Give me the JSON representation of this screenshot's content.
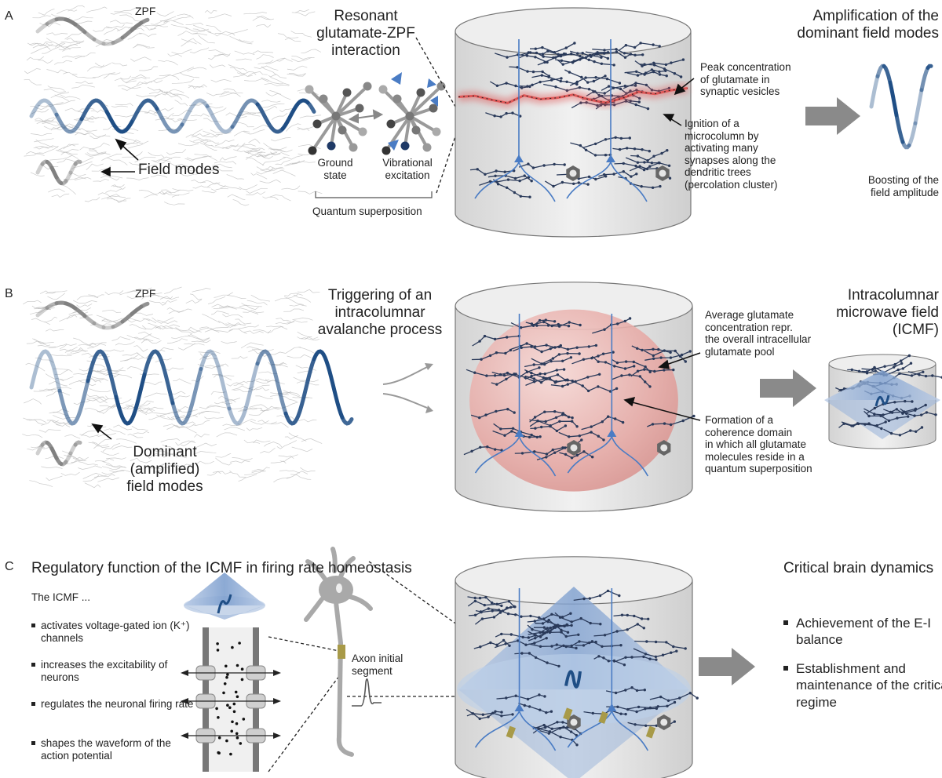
{
  "panelA": {
    "letter": "A",
    "zpf": "ZPF",
    "field_modes": "Field modes",
    "resonant_title": "Resonant\nglutamate-ZPF\ninteraction",
    "ground_state": "Ground\nstate",
    "vibrational": "Vibrational\nexcitation",
    "superposition": "Quantum superposition",
    "peak_conc": "Peak concentration\nof glutamate in\nsynaptic vesicles",
    "ignition": "Ignition of a\nmicrocolumn by\nactivating many\nsynapses along the\ndendritic trees\n(percolation cluster)",
    "amplification_title": "Amplification of the\ndominant field modes",
    "boosting": "Boosting of the\nfield amplitude"
  },
  "panelB": {
    "letter": "B",
    "zpf": "ZPF",
    "dominant_modes": "Dominant (amplified)\nfield modes",
    "triggering_title": "Triggering of an\nintracolumnar\navalanche process",
    "average_conc": "Average glutamate\nconcentration repr.\nthe overall intracellular\nglutamate pool",
    "coherence": "Formation of a\ncoherence domain\nin which all glutamate\nmolecules reside in a\nquantum superposition",
    "icmf_title": "Intracolumnar\nmicrowave field\n(ICMF)"
  },
  "panelC": {
    "letter": "C",
    "title": "Regulatory function of the ICMF in firing rate homeostasis",
    "icmf_intro": "The ICMF ...",
    "bullets": [
      "activates voltage-gated ion (K⁺) channels",
      "increases the excitability of neurons",
      "regulates the neuronal firing rate",
      "shapes the waveform of the action potential"
    ],
    "axon_label": "Axon initial\nsegment",
    "critical_title": "Critical brain dynamics",
    "critical_bullets": [
      "Achievement of the E-I balance",
      "Establishment and maintenance of the critical regime"
    ]
  },
  "colors": {
    "wave_blue": "#1f4e85",
    "wave_gray": "#808080",
    "arrow_gray": "#8a8a8a",
    "red_band": "#e05050",
    "sphere_pink": "#e9b3b0",
    "cone_blue": "#9db6da",
    "dendrite_dark": "#2a3a5a",
    "neuron_blue": "#4a7cc4",
    "cylinder_fill": "#e6e6e6"
  }
}
